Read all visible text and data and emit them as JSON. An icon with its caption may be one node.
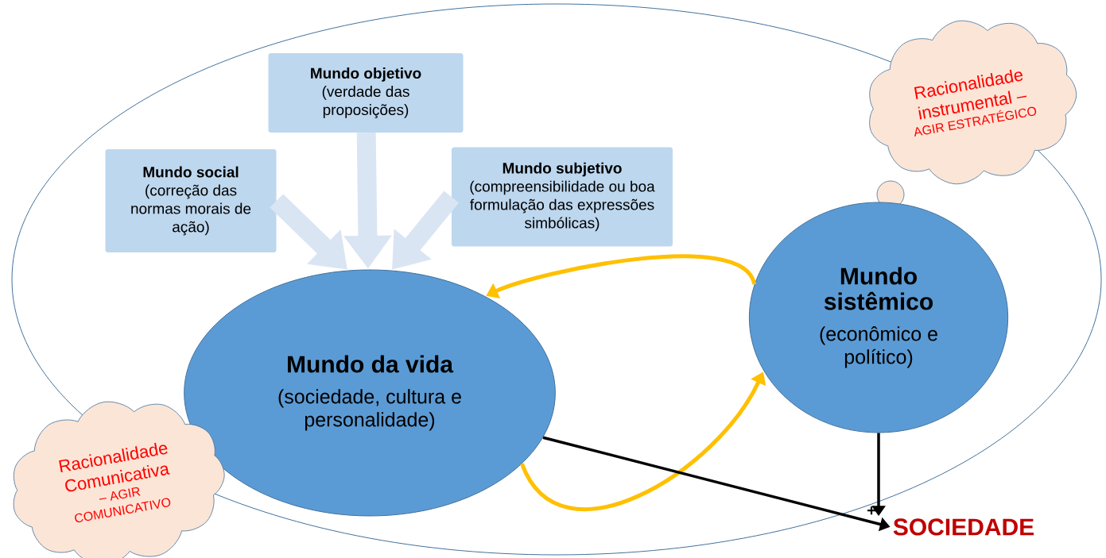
{
  "diagram": {
    "nodes": [
      {
        "text": [],
        "shape": "ellipse"
      },
      {
        "text": [
          "Mundo objetivo",
          "(verdade das proposições)"
        ],
        "in": 0
      },
      {
        "text": [
          "Mundo social",
          "(correção das normas morais de ação)"
        ],
        "in": 0
      },
      {
        "text": [
          "Mundo subjetivo",
          "(compreensibilidade ou boa formulação das expressões simbólicas)"
        ],
        "in": 0
      },
      {
        "text": [
          "Mundo da vida",
          "(sociedade, cultura e personalidade)"
        ],
        "in": 0
      },
      {
        "text": [
          "Mundo sistêmico",
          "(econômico e político)"
        ],
        "in": 0
      },
      {
        "text": [
          "Racionalidade instrumental –",
          "AGIR ESTRATÉGICO"
        ]
      },
      {
        "text": [
          "Racionalidade Comunicativa",
          "– AGIR COMUNICATIVO"
        ]
      },
      {
        "text": [
          "SOCIEDADE"
        ]
      }
    ],
    "edges": [
      {
        "from": 2,
        "to": 4,
        "arrow": "to",
        "style": "thick",
        "color": "#dae5f3"
      },
      {
        "from": 1,
        "to": 4,
        "arrow": "to",
        "style": "thick",
        "color": "#dae5f3"
      },
      {
        "from": 3,
        "to": 4,
        "arrow": "to",
        "style": "thick",
        "color": "#dae5f3"
      },
      {
        "from": 5,
        "to": 4,
        "arrow": "to",
        "color": "#ffc000"
      },
      {
        "from": 4,
        "to": 5,
        "arrow": "to",
        "color": "#ffc000"
      },
      {
        "from": 4,
        "to": 8,
        "arrow": "to",
        "color": "#000000"
      },
      {
        "from": 5,
        "to": 8,
        "arrow": "to",
        "color": "#000000"
      }
    ],
    "labels": [
      "+"
    ]
  }
}
